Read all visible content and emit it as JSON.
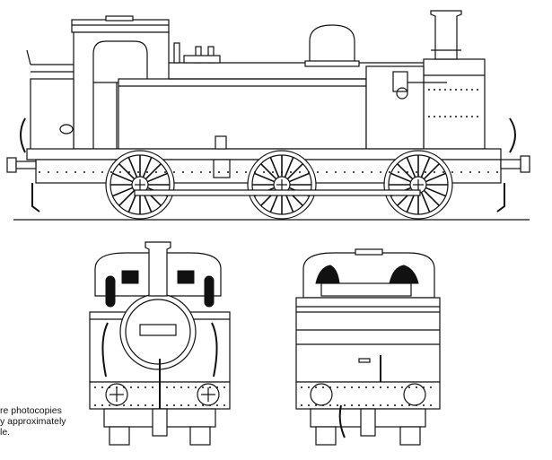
{
  "caption": {
    "lines": [
      "re photocopies",
      "y approximately",
      "le."
    ]
  },
  "views": [
    "side-elevation",
    "front-elevation",
    "rear-elevation"
  ]
}
